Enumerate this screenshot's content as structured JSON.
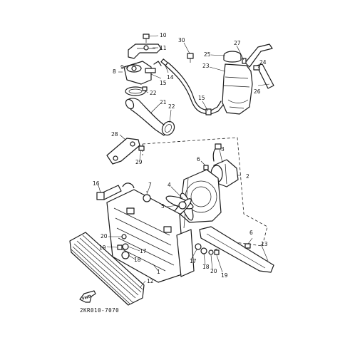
{
  "diagram_code": "2KR010-7070",
  "fwd_label": "FWD",
  "callouts": [
    "10",
    "11",
    "30",
    "27",
    "9",
    "25",
    "24",
    "8",
    "23",
    "14",
    "15",
    "26",
    "22",
    "15",
    "21",
    "22",
    "28",
    "3",
    "2",
    "29",
    "16",
    "7",
    "4",
    "6",
    "5",
    "20",
    "6",
    "13",
    "19",
    "17",
    "18",
    "17",
    "1",
    "20",
    "18",
    "19",
    "12"
  ]
}
